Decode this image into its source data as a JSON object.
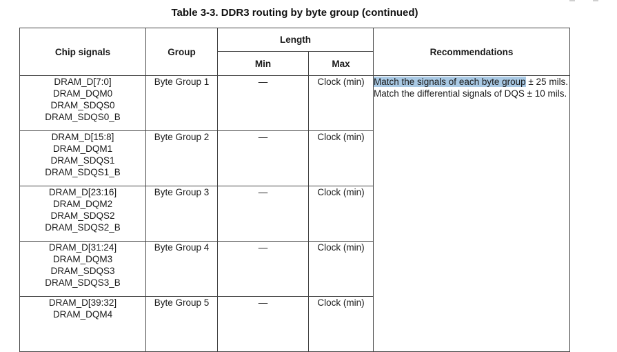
{
  "title": "Table 3-3. DDR3 routing by byte group (continued)",
  "headers": {
    "chip_signals": "Chip signals",
    "group": "Group",
    "length": "Length",
    "min": "Min",
    "max": "Max",
    "recommendations": "Recommendations"
  },
  "recommendation": {
    "line1_highlight": "Match the signals of each byte group",
    "line1_rest": " ± 25 mils.",
    "line2": "Match the differential signals of DQS ± 10 mils."
  },
  "rows": [
    {
      "signals": [
        "DRAM_D[7:0]",
        "DRAM_DQM0",
        "DRAM_SDQS0",
        "DRAM_SDQS0_B"
      ],
      "group": "Byte Group 1",
      "min": "—",
      "max": "Clock (min)"
    },
    {
      "signals": [
        "DRAM_D[15:8]",
        "DRAM_DQM1",
        "DRAM_SDQS1",
        "DRAM_SDQS1_B"
      ],
      "group": "Byte Group 2",
      "min": "—",
      "max": "Clock (min)"
    },
    {
      "signals": [
        "DRAM_D[23:16]",
        "DRAM_DQM2",
        "DRAM_SDQS2",
        "DRAM_SDQS2_B"
      ],
      "group": "Byte Group 3",
      "min": "—",
      "max": "Clock (min)"
    },
    {
      "signals": [
        "DRAM_D[31:24]",
        "DRAM_DQM3",
        "DRAM_SDQS3",
        "DRAM_SDQS3_B"
      ],
      "group": "Byte Group 4",
      "min": "—",
      "max": "Clock (min)"
    },
    {
      "signals": [
        "DRAM_D[39:32]",
        "DRAM_DQM4"
      ],
      "group": "Byte Group 5",
      "min": "—",
      "max": "Clock (min)"
    }
  ]
}
